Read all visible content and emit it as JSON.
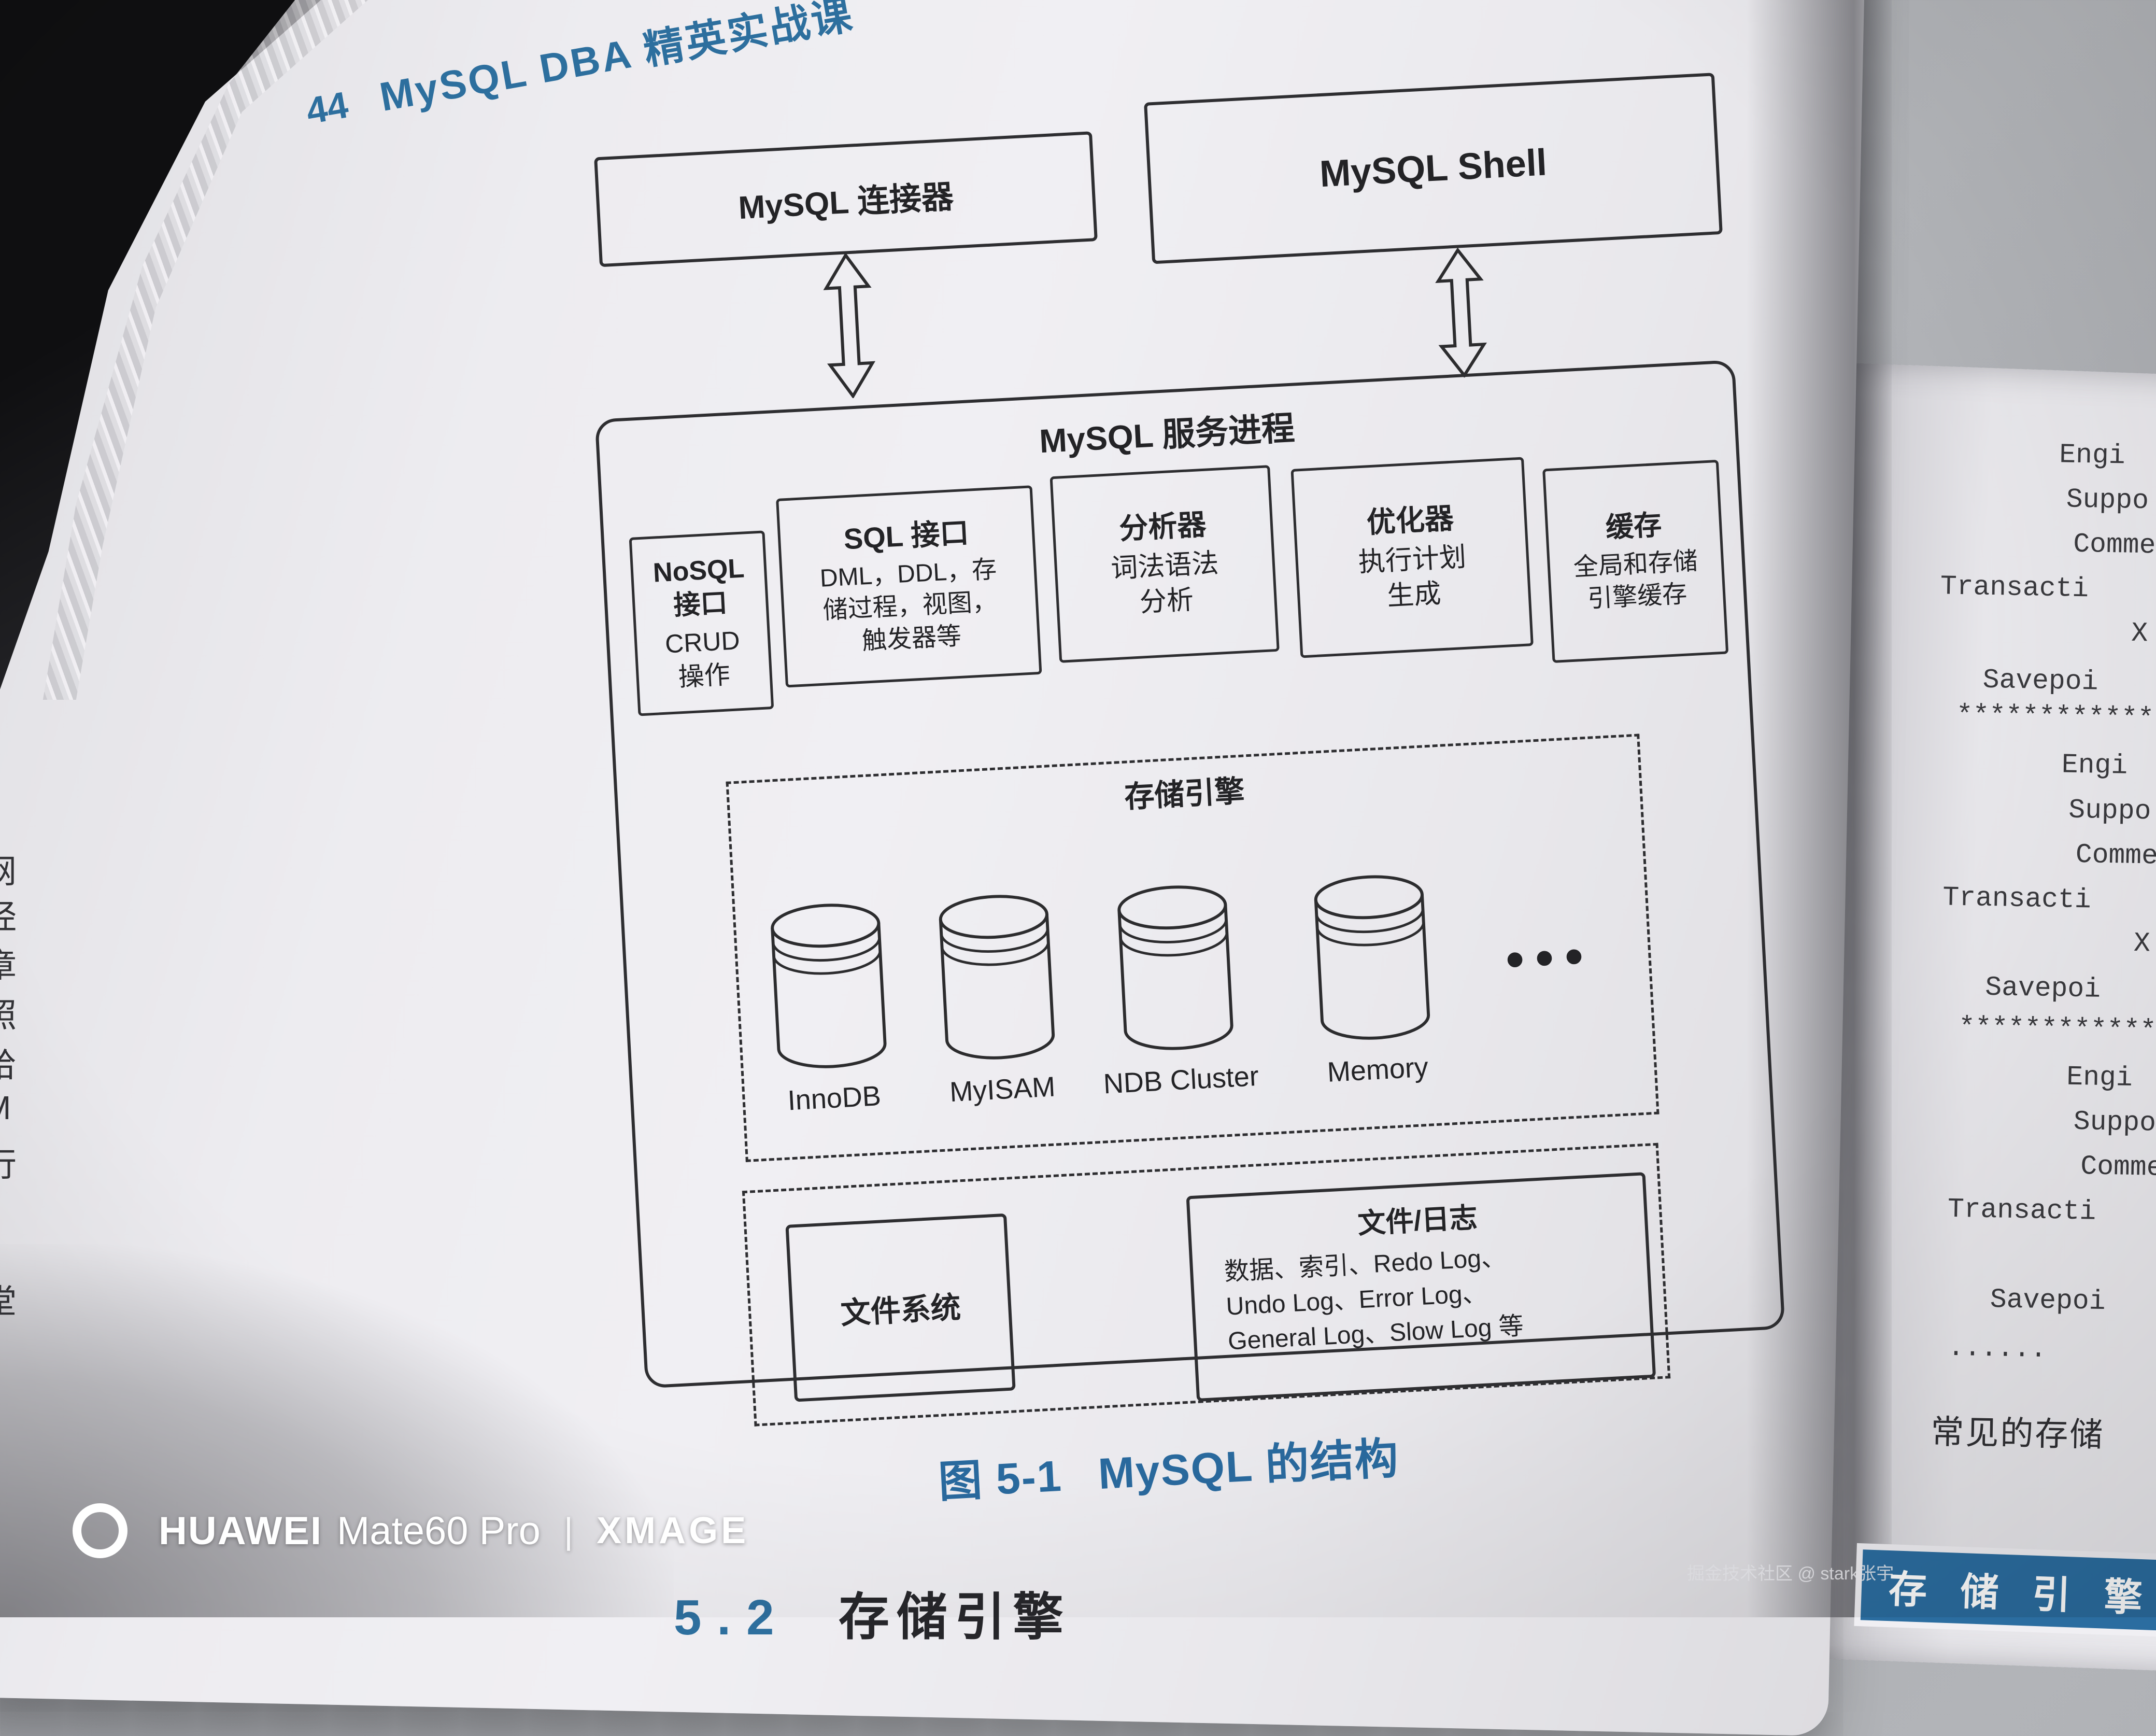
{
  "page": {
    "number": "44",
    "book_title": "MySQL DBA 精英实战课"
  },
  "figure": {
    "label": "图 5-1",
    "title": "MySQL 的结构"
  },
  "diagram": {
    "connector": "MySQL 连接器",
    "shell": "MySQL Shell",
    "service_title": "MySQL 服务进程",
    "components": [
      {
        "title": "NoSQL\n接口",
        "body": "CRUD\n操作"
      },
      {
        "title": "SQL 接口",
        "body": "DML，DDL，存\n储过程，视图，\n触发器等"
      },
      {
        "title": "分析器",
        "body": "词法语法\n分析"
      },
      {
        "title": "优化器",
        "body": "执行计划\n生成"
      },
      {
        "title": "缓存",
        "body": "全局和存储\n引擎缓存"
      }
    ],
    "storage": {
      "title": "存储引擎",
      "engines": [
        "InnoDB",
        "MyISAM",
        "NDB Cluster",
        "Memory"
      ],
      "ellipsis": "•••"
    },
    "files": {
      "filesystem": "文件系统",
      "log_title": "文件/日志",
      "log_body": "数据、索引、Redo Log、\nUndo Log、Error Log、\nGeneral Log、Slow Log 等"
    }
  },
  "right_page": {
    "lines": [
      "Engi",
      "Suppo",
      "Comme",
      "Transacti",
      "X",
      "Savepoi",
      "************",
      "Engi",
      "Suppo",
      "Comme",
      "Transacti",
      "X",
      "Savepoi",
      "************",
      "Engi",
      "Suppo",
      "Comme",
      "Transacti",
      "Savepoi",
      "......"
    ],
    "heading": "常见的存储",
    "table_header": "存 储 引 擎"
  },
  "left_page_fragments": [
    "网",
    "经",
    "章",
    "照",
    "给",
    "M",
    "行",
    "堂"
  ],
  "next_section": {
    "number": "5.2",
    "title_partial": "存储引擎"
  },
  "watermark": {
    "brand": "HUAWEI",
    "model": "Mate60 Pro",
    "separator": "|",
    "imaging": "XMAGE",
    "community": "掘金技术社区 @ stark张宇"
  },
  "colors": {
    "accent_blue": "#2d6f9e",
    "ink": "#2e2e31",
    "page": "#edecf0"
  }
}
